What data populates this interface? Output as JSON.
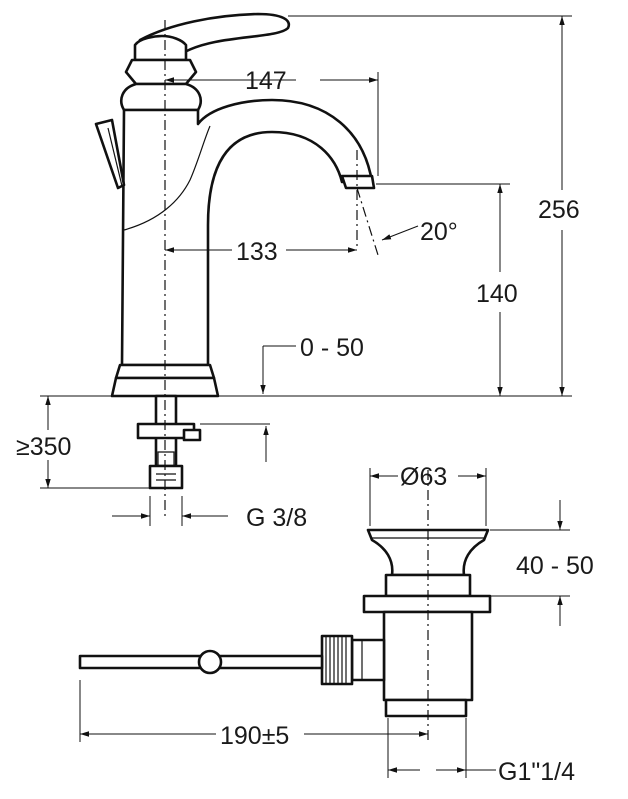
{
  "dimensions": {
    "spout_reach": "147",
    "outlet_offset": "0 - 50",
    "spout_length": "133",
    "spout_angle": "20°",
    "outlet_height": "140",
    "total_height": "256",
    "hose_length": "≥350",
    "hose_connection": "G 3/8",
    "waste_diameter": "Ø63",
    "flange_range": "40 - 50",
    "rod_length": "190±5",
    "waste_thread": "G1\"1/4"
  },
  "colors": {
    "line": "#111111",
    "background": "#ffffff"
  }
}
